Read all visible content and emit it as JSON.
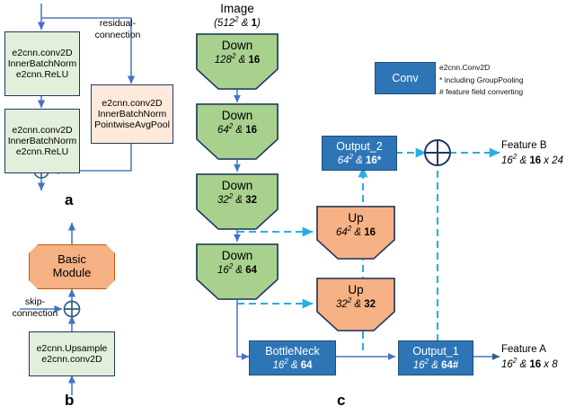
{
  "figure": {
    "panels": [
      {
        "id": "a",
        "caption": "a"
      },
      {
        "id": "b",
        "caption": "b"
      },
      {
        "id": "c",
        "caption": "c"
      }
    ]
  },
  "panel_a": {
    "caption": "a",
    "residual_label_line1": "residual-",
    "residual_label_line2": "connection",
    "block1": {
      "line1": "e2cnn.conv2D",
      "line2": "InnerBatchNorm",
      "line3": "e2cnn.ReLU"
    },
    "block2": {
      "line1": "e2cnn.conv2D",
      "line2": "InnerBatchNorm",
      "line3": "e2cnn.ReLU"
    },
    "block3": {
      "line1": "e2cnn.conv2D",
      "line2": "InnerBatchNorm",
      "line3": "PointwiseAvgPool"
    },
    "sum_icon": "circle-plus-icon"
  },
  "panel_b": {
    "caption": "b",
    "basic_module": {
      "line1": "Basic",
      "line2": "Module"
    },
    "skip_label_line1": "skip-",
    "skip_label_line2": "connection",
    "upsample_block": {
      "line1": "e2cnn.Upsample",
      "line2": "e2cnn.conv2D"
    },
    "sum_icon": "circle-plus-icon"
  },
  "panel_c": {
    "caption": "c",
    "input": {
      "title": "Image",
      "dims": "(512",
      "exp": "2",
      "tail": " & ",
      "channels": "1",
      "close": ")"
    },
    "encoder": [
      {
        "name": "Down",
        "size": "128",
        "exp": "2",
        "amp": " & ",
        "channels": "16"
      },
      {
        "name": "Down",
        "size": "64",
        "exp": "2",
        "amp": " & ",
        "channels": "16"
      },
      {
        "name": "Down",
        "size": "32",
        "exp": "2",
        "amp": " & ",
        "channels": "32"
      },
      {
        "name": "Down",
        "size": "16",
        "exp": "2",
        "amp": " & ",
        "channels": "64"
      }
    ],
    "decoder": [
      {
        "name": "Up",
        "size": "64",
        "exp": "2",
        "amp": " & ",
        "channels": "16"
      },
      {
        "name": "Up",
        "size": "32",
        "exp": "2",
        "amp": " & ",
        "channels": "32"
      }
    ],
    "bottleneck": {
      "name": "BottleNeck",
      "size": "16",
      "exp": "2",
      "amp": " & ",
      "channels": "64"
    },
    "output_2": {
      "name": "Output_2",
      "size": "64",
      "exp": "2",
      "amp": " & ",
      "channels": "16*"
    },
    "output_1": {
      "name": "Output_1",
      "size": "16",
      "exp": "2",
      "amp": " & ",
      "channels": "64#"
    },
    "feature_b": {
      "name": "Feature B",
      "size": "16",
      "exp": "2",
      "amp": " & ",
      "channels": "16",
      "mult": " x 24"
    },
    "feature_a": {
      "name": "Feature A",
      "size": "16",
      "exp": "2",
      "amp": " & ",
      "channels": "16",
      "mult": " x 8"
    },
    "sum_icon": "circle-plus-icon"
  },
  "legend": {
    "box_label": "Conv",
    "line1": "e2cnn.Conv2D",
    "line2": "* including GroupPooling",
    "line3": "# feature field converting"
  },
  "colors": {
    "green_fill": "#a9d18e",
    "light_green_fill": "#e2efda",
    "orange_fill": "#f6b184",
    "tan_fill": "#fdeada",
    "blue_fill": "#2e75b6",
    "arrow_blue": "#4472c4",
    "dashed_cyan": "#29ade4",
    "dark_border": "#203864"
  }
}
